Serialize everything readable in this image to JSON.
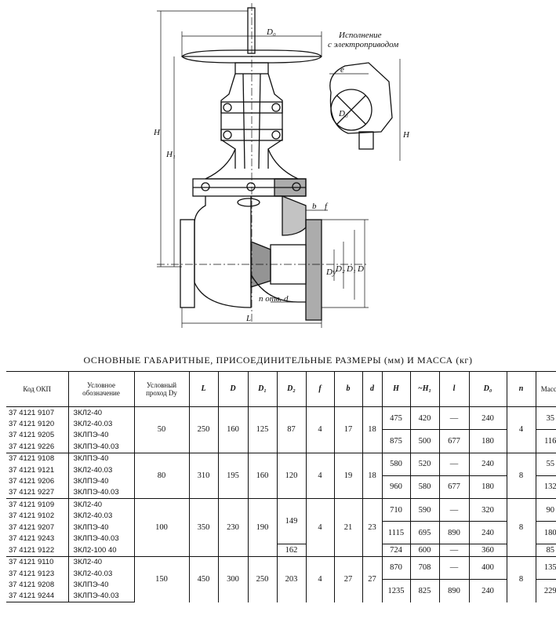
{
  "drawing": {
    "labels": {
      "d0": "D₀",
      "variant_line1": "Исполнение",
      "variant_line2": "с электроприводом",
      "e": "e",
      "h_right": "H",
      "h_main": "H",
      "h1_main": "H₁",
      "b": "b",
      "f": "f",
      "dy": "Dу",
      "d2": "D₂",
      "d1": "D₁",
      "d": "D",
      "n_holes": "n отв. d",
      "l": "L",
      "d0_inner": "D₀"
    }
  },
  "caption": "ОСНОВНЫЕ ГАБАРИТНЫЕ, ПРИСОЕДИНИТЕЛЬНЫЕ РАЗМЕРЫ (мм) И МАССА (кг)",
  "table": {
    "headers": {
      "code": "Код ОКП",
      "designation": "Условное обозначение",
      "dy": "Условный проход Dy",
      "L": "L",
      "D": "D",
      "D1": "D₁",
      "D2": "D₂",
      "f": "f",
      "b": "b",
      "d": "d",
      "H": "H",
      "H1": "~H₁",
      "l": "l",
      "D0": "D₀",
      "n": "n",
      "mass": "Масса"
    },
    "codes": [
      "37 4121 9107",
      "37 4121 9120",
      "37 4121 9205",
      "37 4121 9226",
      "37 4121 9108",
      "37 4121 9121",
      "37 4121 9206",
      "37 4121 9227",
      "37 4121 9109",
      "37 4121 9102",
      "37 4121 9207",
      "37 4121 9243",
      "37 4121 9122",
      "37 4121 9110",
      "37 4121 9123",
      "37 4121 9208",
      "37 4121 9244"
    ],
    "designations": [
      "ЗКЛ2-40",
      "ЗКЛ2-40.03",
      "ЗКЛПЭ-40",
      "ЗКЛПЭ-40.03",
      "ЗКЛПЭ-40",
      "ЗКЛ2-40.03",
      "ЗКЛПЭ-40",
      "ЗКЛПЭ-40.03",
      "ЗКЛ2-40",
      "ЗКЛ2-40.03",
      "ЗКЛПЭ-40",
      "ЗКЛПЭ-40.03",
      "ЗКЛ2-100 40",
      "ЗКЛ2-40",
      "ЗКЛ2-40.03",
      "ЗКЛПЭ-40",
      "ЗКЛПЭ-40.03"
    ],
    "groups": [
      {
        "dy": "50",
        "L": "250",
        "D": "160",
        "D1": "125",
        "D2": "87",
        "f": "4",
        "b": "17",
        "d": "18",
        "n": "4"
      },
      {
        "dy": "80",
        "L": "310",
        "D": "195",
        "D1": "160",
        "D2": "120",
        "f": "4",
        "b": "19",
        "d": "18",
        "n": "8"
      },
      {
        "dy": "100",
        "L": "350",
        "D": "230",
        "D1": "190",
        "D2": "149",
        "D2_alt": "162",
        "f": "4",
        "b": "21",
        "d": "23",
        "n": "8"
      },
      {
        "dy": "150",
        "L": "450",
        "D": "300",
        "D1": "250",
        "D2": "203",
        "f": "4",
        "b": "27",
        "d": "27",
        "n": "8"
      }
    ],
    "sub": {
      "g1a": {
        "H": "475",
        "H1": "420",
        "l": "—",
        "D0": "240",
        "mass": "35"
      },
      "g1b": {
        "H": "875",
        "H1": "500",
        "l": "677",
        "D0": "180",
        "mass": "116"
      },
      "g2a": {
        "H": "580",
        "H1": "520",
        "l": "—",
        "D0": "240",
        "mass": "55"
      },
      "g2b": {
        "H": "960",
        "H1": "580",
        "l": "677",
        "D0": "180",
        "mass": "132"
      },
      "g3a": {
        "H": "710",
        "H1": "590",
        "l": "—",
        "D0": "320",
        "mass": "90"
      },
      "g3b": {
        "H": "1115",
        "H1": "695",
        "l": "890",
        "D0": "240",
        "mass": "180"
      },
      "g3c": {
        "H": "724",
        "H1": "600",
        "l": "—",
        "D0": "360",
        "mass": "85"
      },
      "g4a": {
        "H": "870",
        "H1": "708",
        "l": "—",
        "D0": "400",
        "mass": "135"
      },
      "g4b": {
        "H": "1235",
        "H1": "825",
        "l": "890",
        "D0": "240",
        "mass": "229"
      }
    }
  }
}
